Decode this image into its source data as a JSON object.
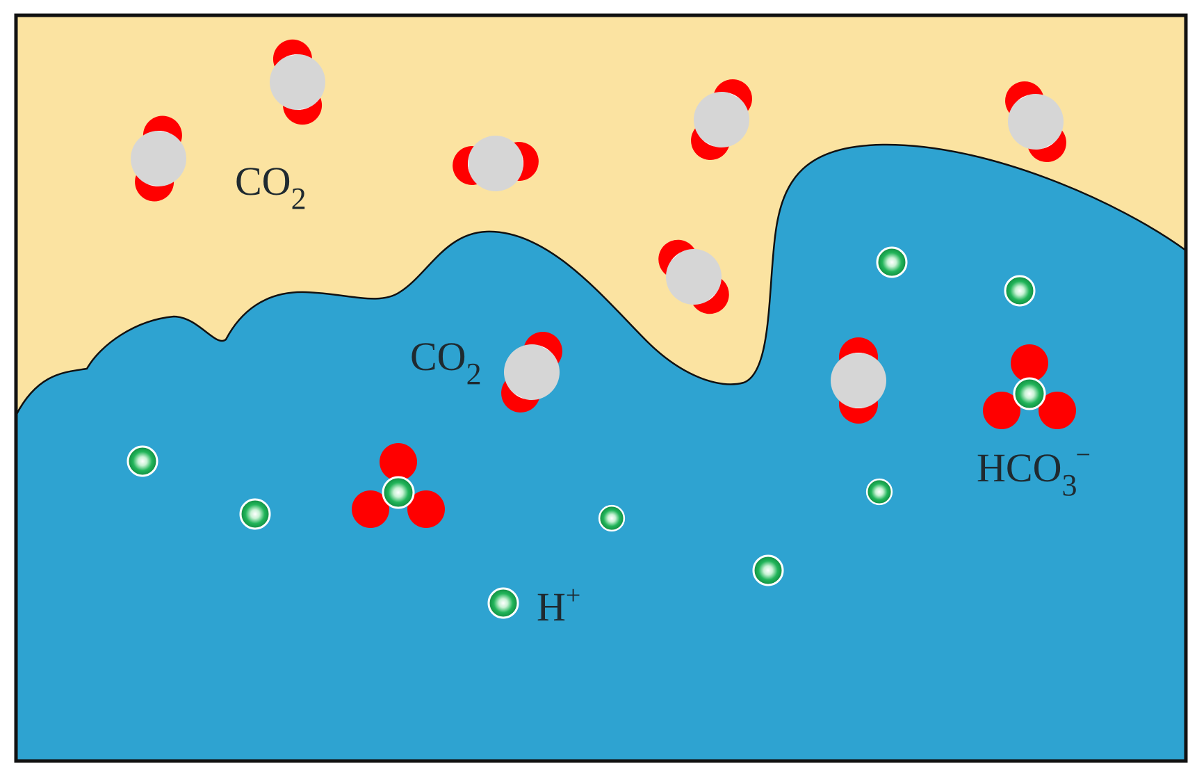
{
  "labels": {
    "co2_gas": {
      "base": "CO",
      "sub": "2"
    },
    "co2_dissolved": {
      "base": "CO",
      "sub": "2"
    },
    "proton": {
      "base": "H",
      "sup": "+"
    },
    "bicarbonate": {
      "base": "HCO",
      "sub": "3",
      "sup": "−"
    }
  },
  "colors": {
    "gas_phase": "#fbe3a1",
    "liquid_phase": "#2ea3d1",
    "oxygen_atom": "#ff0000",
    "carbon_atom": "#d6d6d6",
    "proton": "#22b55a",
    "outline": "#111111"
  },
  "icons": {
    "co2_molecule": "co2-molecule-icon",
    "proton": "proton-icon",
    "bicarbonate": "bicarbonate-icon"
  }
}
